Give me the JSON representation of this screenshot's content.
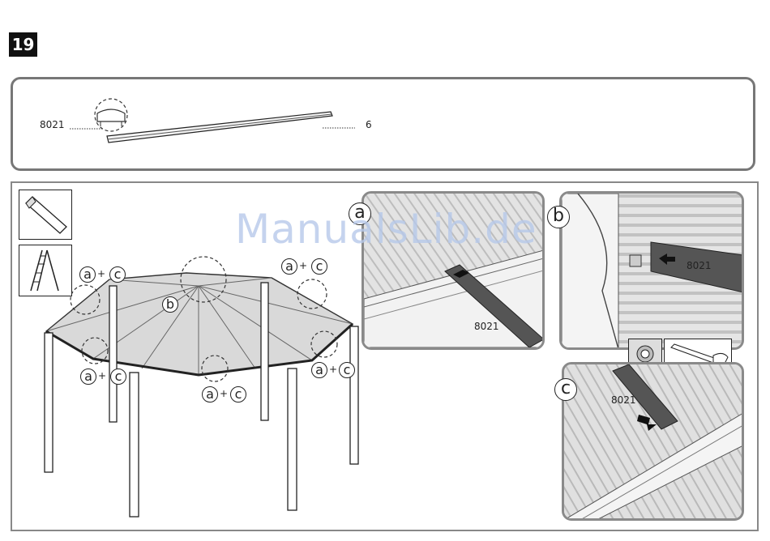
{
  "step": {
    "number": "19"
  },
  "parts": {
    "part_code": "8021",
    "quantity": "6"
  },
  "labels": {
    "a": "a",
    "b": "b",
    "c": "c",
    "plus": "+",
    "inset_a_code": "8021",
    "inset_b_code": "8021",
    "inset_c_code": "8021"
  },
  "watermark": {
    "text": "ManualsLib.de"
  },
  "icons": [
    "profile-icon",
    "ladder-icon"
  ]
}
